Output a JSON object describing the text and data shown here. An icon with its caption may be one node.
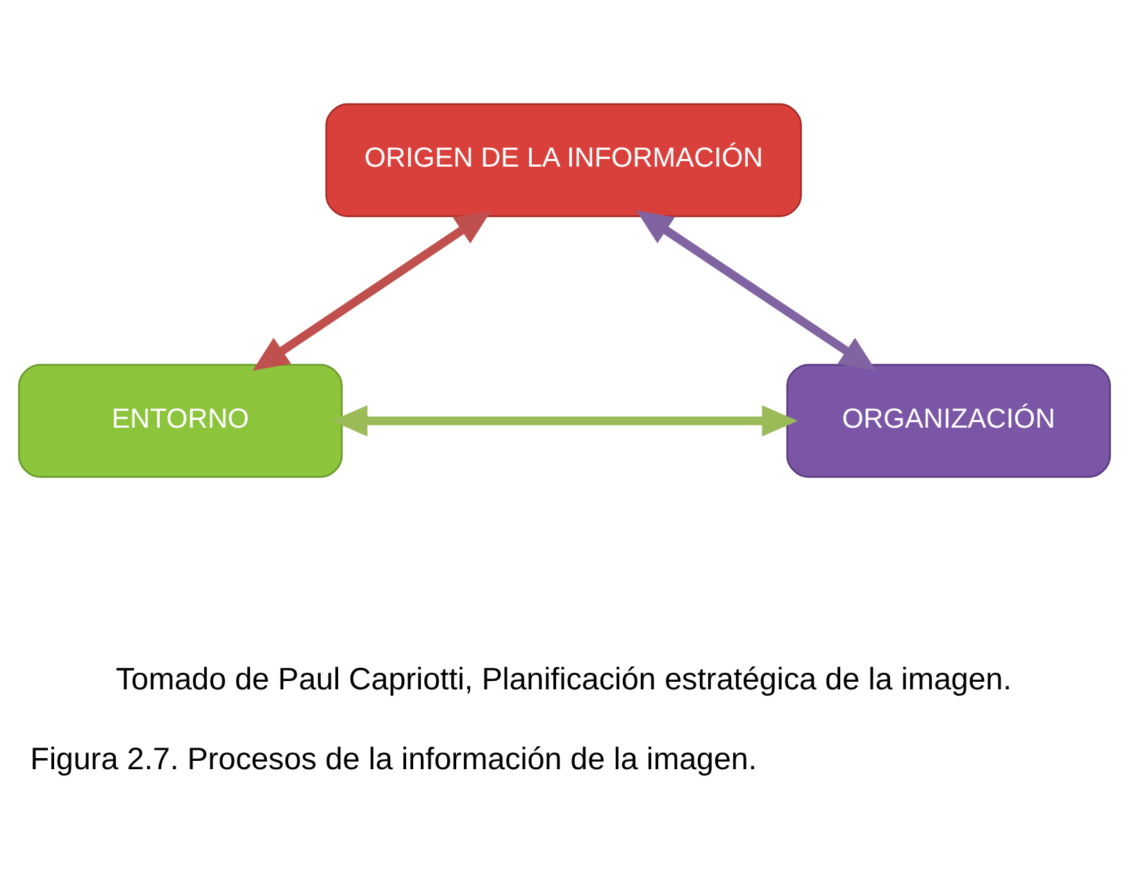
{
  "diagram": {
    "caption": "Figura 2.7. Procesos de la información de la imagen.",
    "nodes": [
      {
        "text": [
          "ORIGEN DE LA INFORMACIÓN"
        ]
      },
      {
        "text": [
          "ORGANIZACIÓN"
        ]
      },
      {
        "text": [
          "ENTORNO"
        ]
      }
    ],
    "edges": [
      {
        "from": 1,
        "to": 0,
        "arrow": "both",
        "color": "#8064a2"
      },
      {
        "from": 0,
        "to": 2,
        "arrow": "both",
        "color": "#c0504d"
      },
      {
        "from": 1,
        "to": 2,
        "arrow": "both",
        "color": "#9bbb59"
      }
    ],
    "labels": [
      "Tomado de Paul Capriotti, Planificación estratégica de la imagen."
    ]
  }
}
